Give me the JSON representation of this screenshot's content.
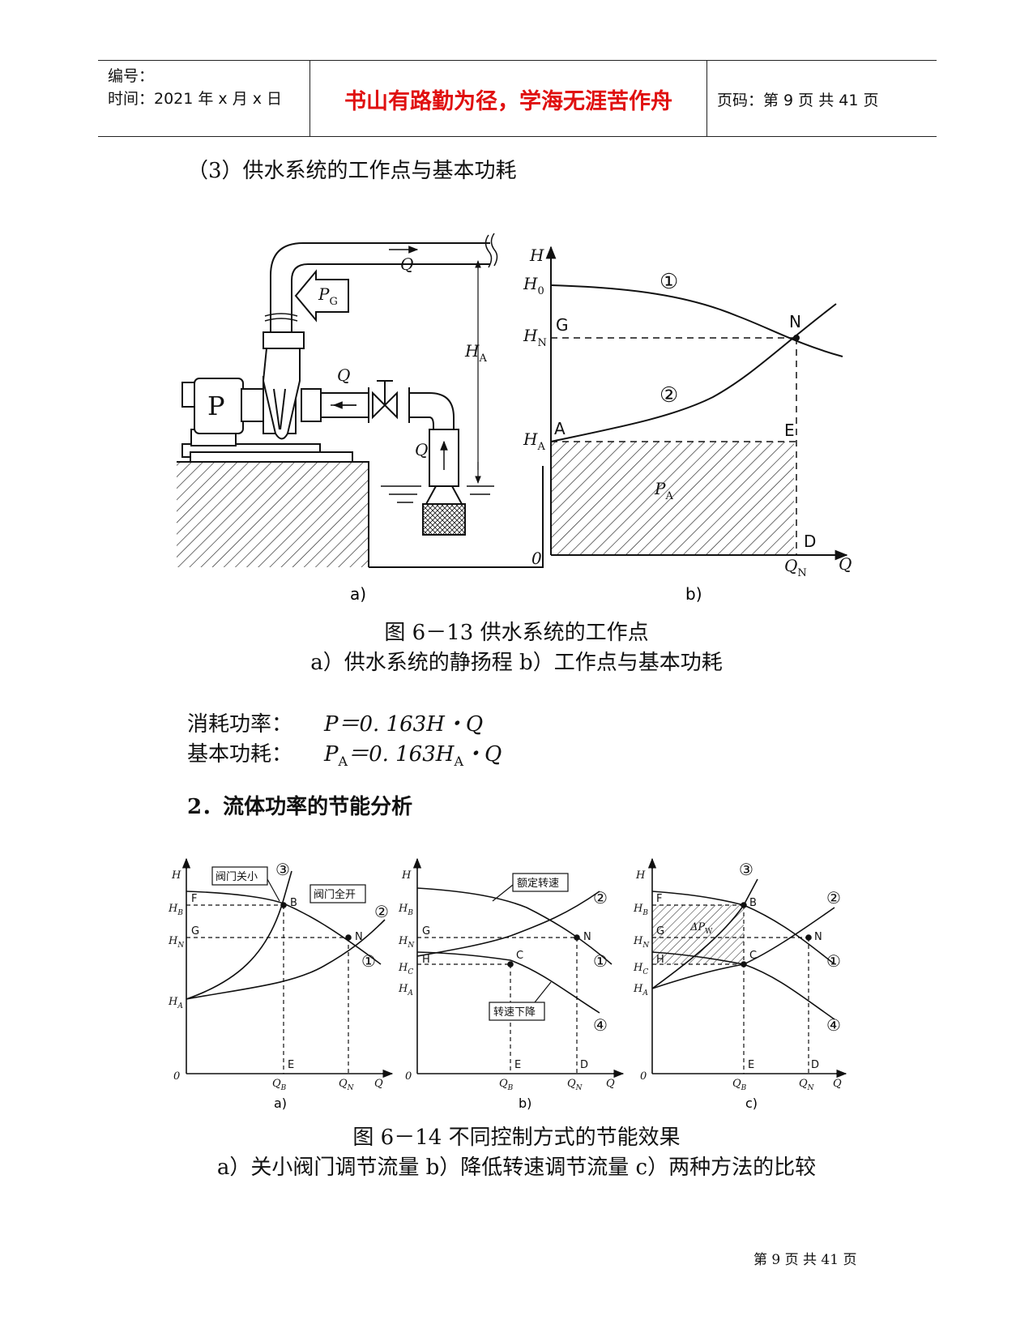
{
  "header": {
    "number_label": "编号：",
    "time_label": "时间：2021 年 x 月 x 日",
    "motto": "书山有路勤为径，学海无涯苦作舟",
    "page_info": "页码：第 9 页  共 41 页"
  },
  "section_heading": "（3）供水系统的工作点与基本功耗",
  "figure1": {
    "sub_a": {
      "tag": "a)",
      "labels": {
        "Q_top": "Q",
        "PG_main": "P",
        "PG_sub": "G",
        "pump": "P",
        "Q_mid": "Q",
        "Q_low": "Q",
        "HA_main": "H",
        "HA_sub": "A"
      }
    },
    "sub_b": {
      "tag": "b)",
      "labels": {
        "H_axis": "H",
        "Q_axis": "Q",
        "origin": "0",
        "H0_main": "H",
        "H0_sub": "0",
        "HN_main": "H",
        "HN_sub": "N",
        "HA_main": "H",
        "HA_sub": "A",
        "G": "G",
        "N": "N",
        "A": "A",
        "E": "E",
        "D": "D",
        "PA_main": "P",
        "PA_sub": "A",
        "QN_main": "Q",
        "QN_sub": "N",
        "curve1": "①",
        "curve2": "②"
      }
    },
    "caption": "图 6－13  供水系统的工作点",
    "subcaption": "a）供水系统的静扬程    b）工作点与基本功耗"
  },
  "formulas": [
    {
      "label": "消耗功率：",
      "expr": "P＝0. 163H・Q"
    },
    {
      "label": "基本功耗：",
      "expr_pre": "P",
      "expr_sub1": "A",
      "expr_mid": "＝0. 163H",
      "expr_sub2": "A",
      "expr_post": "・Q"
    }
  ],
  "heading2": "2．流体功率的节能分析",
  "figure2": {
    "panel_a": {
      "tag": "a)",
      "callouts": [
        "阀门关小",
        "阀门全开"
      ],
      "labels": {
        "H": "H",
        "HB": "B",
        "HN": "N",
        "HA": "A",
        "F": "F",
        "G": "G",
        "B": "B",
        "N": "N",
        "E": "E",
        "QB": "B",
        "QN": "N",
        "Q": "Q",
        "origin": "0",
        "c1": "①",
        "c2": "②",
        "c3": "③"
      }
    },
    "panel_b": {
      "tag": "b)",
      "callouts": [
        "额定转速",
        "转速下降"
      ],
      "labels": {
        "H": "H",
        "HB": "B",
        "HN": "N",
        "HC": "C",
        "HA": "A",
        "G": "G",
        "H_pt": "H",
        "C": "C",
        "N": "N",
        "E": "E",
        "D": "D",
        "QB": "B",
        "QN": "N",
        "Q": "Q",
        "origin": "0",
        "c1": "①",
        "c2": "②",
        "c4": "④"
      }
    },
    "panel_c": {
      "tag": "c)",
      "labels": {
        "H": "H",
        "HB": "B",
        "HN": "N",
        "HC": "C",
        "HA": "A",
        "F": "F",
        "G": "G",
        "H_pt": "H",
        "B": "B",
        "C": "C",
        "N": "N",
        "E": "E",
        "D": "D",
        "dPW_main": "ΔP",
        "dPW_sub": "W",
        "QB": "B",
        "QN": "N",
        "Q": "Q",
        "origin": "0",
        "c1": "①",
        "c2": "②",
        "c3": "③",
        "c4": "④"
      }
    },
    "caption": "图 6－14    不同控制方式的节能效果",
    "subcaption": "a）关小阀门调节流量    b）降低转速调节流量    c）两种方法的比较"
  },
  "footer": "第 9 页 共 41 页"
}
